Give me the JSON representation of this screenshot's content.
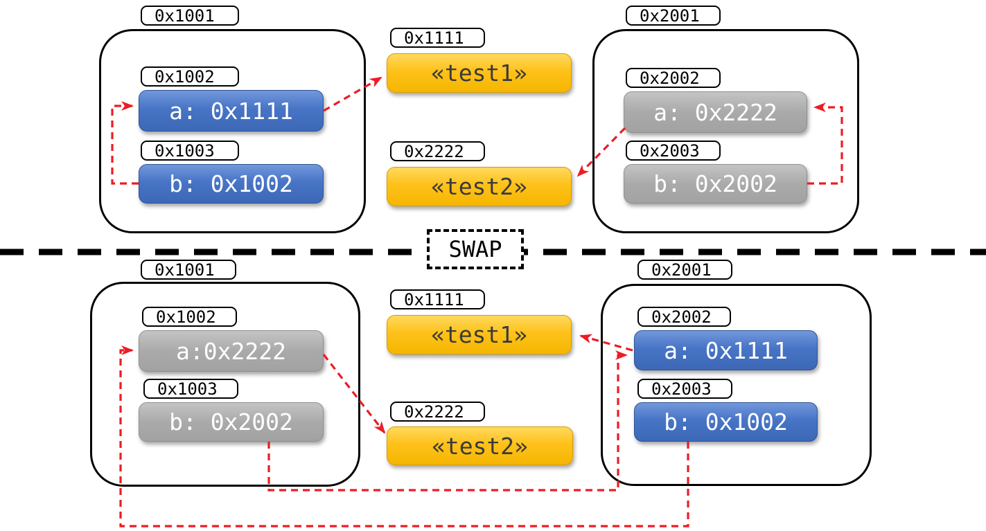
{
  "divider": {
    "label": "SWAP"
  },
  "colors": {
    "pointer_blue": "#4472C4",
    "pointer_gray": "#AAAAAA",
    "heap_gold": "#FFC000",
    "arrow_red": "#EC1C24",
    "outline_black": "#000000"
  },
  "before": {
    "frame1": {
      "address": "0x1001",
      "slot_a": {
        "address": "0x1002",
        "value": "a: 0x1111"
      },
      "slot_b": {
        "address": "0x1003",
        "value": "b: 0x1002"
      }
    },
    "heap": {
      "cell1": {
        "address": "0x1111",
        "value": "«test1»"
      },
      "cell2": {
        "address": "0x2222",
        "value": "«test2»"
      }
    },
    "frame2": {
      "address": "0x2001",
      "slot_a": {
        "address": "0x2002",
        "value": "a: 0x2222"
      },
      "slot_b": {
        "address": "0x2003",
        "value": "b: 0x2002"
      }
    }
  },
  "after": {
    "frame1": {
      "address": "0x1001",
      "slot_a": {
        "address": "0x1002",
        "value": "a:0x2222"
      },
      "slot_b": {
        "address": "0x1003",
        "value": "b: 0x2002"
      }
    },
    "heap": {
      "cell1": {
        "address": "0x1111",
        "value": "«test1»"
      },
      "cell2": {
        "address": "0x2222",
        "value": "«test2»"
      }
    },
    "frame2": {
      "address": "0x2001",
      "slot_a": {
        "address": "0x2002",
        "value": "a: 0x1111"
      },
      "slot_b": {
        "address": "0x2003",
        "value": "b: 0x1002"
      }
    }
  }
}
